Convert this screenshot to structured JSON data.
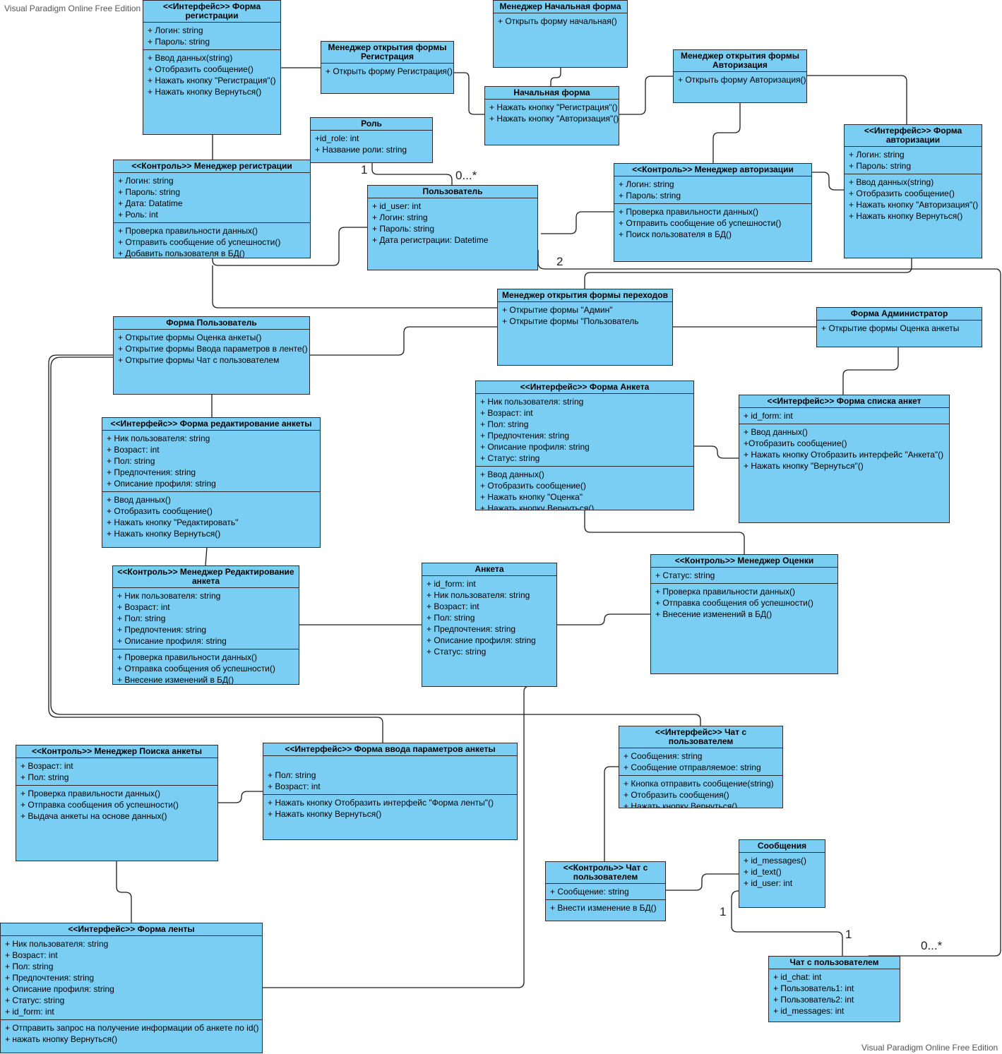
{
  "watermark_top": "Visual Paradigm Online Free Edition",
  "watermark_bottom": "Visual Paradigm Online Free Edition",
  "multiplicities": [
    "1",
    "0...*",
    "2",
    "1",
    "1",
    "0...*"
  ],
  "classes": [
    {
      "title": "<<Интерфейс>> Форма регистрации",
      "sections": [
        [
          "+ Логин: string",
          "+ Пароль: string"
        ],
        [
          "+ Ввод данных(string)",
          "+ Отобразить сообщение()",
          "+ Нажать кнопку \"Регистрация\"()",
          "+ Нажать кнопку Вернуться()"
        ]
      ]
    },
    {
      "title": "Менеджер открытия формы Регистрация",
      "sections": [
        [
          "+ Открыть форму Регистрация()"
        ]
      ]
    },
    {
      "title": "Менеджер Начальная форма",
      "sections": [
        [
          "+ Открыть форму начальная()"
        ]
      ]
    },
    {
      "title": "Начальная форма",
      "sections": [
        [
          "+ Нажать кнопку \"Регистрация\"()",
          "+ Нажать кнопку \"Авторизация\"()"
        ]
      ]
    },
    {
      "title": "Менеджер открытия формы Авторизация",
      "sections": [
        [
          "+ Открыть форму Авторизация()"
        ]
      ]
    },
    {
      "title": "Роль",
      "sections": [
        [
          "+id_role: int",
          "+ Название роли: string"
        ]
      ]
    },
    {
      "title": "<<Контроль>> Менеджер регистрации",
      "sections": [
        [
          "+ Логин: string",
          "+ Пароль: string",
          "+ Дата: Datatime",
          "+ Роль: int"
        ],
        [
          "+ Проверка правильности данных()",
          "+ Отправить сообщение об успешности()",
          "+ Добавить пользователя в БД()"
        ]
      ]
    },
    {
      "title": "Пользователь",
      "sections": [
        [
          "+ id_user: int",
          "+ Логин: string",
          "+ Пароль: string",
          "+ Дата регистрации: Datetime"
        ]
      ]
    },
    {
      "title": "<<Контроль>> Менеджер авторизации",
      "sections": [
        [
          "+ Логин: string",
          "+ Пароль: string"
        ],
        [
          "+ Проверка правильности данных()",
          "+ Отправить сообщение об успешности()",
          "+ Поиск пользователя в БД()"
        ]
      ]
    },
    {
      "title": "<<Интерфейс>> Форма авторизации",
      "sections": [
        [
          "+ Логин: string",
          "+ Пароль: string"
        ],
        [
          "+ Ввод данных(string)",
          "+ Отобразить сообщение()",
          "+ Нажать кнопку \"Авторизация\"()",
          "+ Нажать кнопку Вернуться()"
        ]
      ]
    },
    {
      "title": "Менеджер открытия формы переходов",
      "sections": [
        [
          "+ Открытие формы \"Админ\"",
          "+ Открытие формы \"Пользователь"
        ]
      ]
    },
    {
      "title": "Форма Пользователь",
      "sections": [
        [
          "+ Открытие формы Оценка анкеты()",
          "+ Открытие формы Ввода параметров в ленте()",
          "+ Открытие формы Чат с пользователем"
        ]
      ]
    },
    {
      "title": "Форма Администратор",
      "sections": [
        [
          "+ Открытие формы Оценка анкеты"
        ]
      ]
    },
    {
      "title": "<<Интерфейс>> Форма Анкета",
      "sections": [
        [
          "+ Ник пользователя: string",
          "+ Возраст: int",
          "+ Пол: string",
          "+ Предпочтения: string",
          "+ Описание профиля: string",
          "+ Статус: string"
        ],
        [
          "+ Ввод данных()",
          "+ Отобразить сообщение()",
          "+ Нажать кнопку \"Оценка\"",
          "+ Нажать кнопку Вернуться()"
        ]
      ]
    },
    {
      "title": "<<Интерфейс>> Форма списка анкет",
      "sections": [
        [
          "+ id_form: int"
        ],
        [
          "+ Ввод данных()",
          "+Отобразить сообщение()",
          "+ Нажать кнопку Отобразить интерфейс \"Анкета\"()",
          "+ Нажать кнопку \"Вернуться\"()"
        ]
      ]
    },
    {
      "title": "<<Интерфейс>> Форма редактирование анкеты",
      "sections": [
        [
          "+ Ник пользователя: string",
          "+ Возраст: int",
          "+ Пол: string",
          "+ Предпочтения: string",
          "+ Описание профиля: string"
        ],
        [
          "+ Ввод данных()",
          "+ Отобразить сообщение()",
          "+ Нажать кнопку \"Редактировать\"",
          "+ Нажать кнопку Вернуться()"
        ]
      ]
    },
    {
      "title": "<<Контроль>> Менеджер Редактирование анкета",
      "sections": [
        [
          "+ Ник пользователя: string",
          "+ Возраст: int",
          "+ Пол: string",
          "+ Предпочтения: string",
          "+ Описание профиля: string"
        ],
        [
          "+ Проверка правильности данных()",
          "+ Отправка сообщения об успешности()",
          "+ Внесение изменений в БД()"
        ]
      ]
    },
    {
      "title": "Анкета",
      "sections": [
        [
          "+ id_form: int",
          "+ Ник пользователя: string",
          "+ Возраст: int",
          "+ Пол: string",
          "+ Предпочтения: string",
          "+ Описание профиля: string",
          "+ Статус: string"
        ]
      ]
    },
    {
      "title": "<<Контроль>> Менеджер Оценки",
      "sections": [
        [
          "+ Статус: string"
        ],
        [
          "+ Проверка правильности данных()",
          "+ Отправка сообщения об успешности()",
          "+ Внесение изменений в БД()"
        ]
      ]
    },
    {
      "title": "<<Контроль>> Менеджер Поиска анкеты",
      "sections": [
        [
          "+ Возраст: int",
          "+ Пол: string"
        ],
        [
          "+ Проверка правильности данных()",
          "+ Отправка сообщения об успешности()",
          "+ Выдача анкеты на основе данных()"
        ]
      ]
    },
    {
      "title": "<<Интерфейс>> Форма ввода параметров анкеты",
      "sections": [
        [
          "",
          "+ Пол: string",
          "+ Возраст: int"
        ],
        [
          "+ Нажать кнопку Отобразить интерфейс \"Форма ленты\"()",
          "+ Нажать кнопку Вернуться()"
        ]
      ]
    },
    {
      "title": "<<Интерфейс>> Чат с пользователем",
      "sections": [
        [
          "+ Сообщения: string",
          "+ Сообщение отправляемое: string"
        ],
        [
          "+ Кнопка отправить сообщение(string)",
          "+ Отобразить сообщения()",
          "+ Нажать кнопку Вернуться()"
        ]
      ]
    },
    {
      "title": "Сообщения",
      "sections": [
        [
          "+ id_messages()",
          "+ id_text()",
          "+ id_user: int"
        ]
      ]
    },
    {
      "title": "<<Контроль>> Чат с пользователем",
      "sections": [
        [
          "+ Сообщение: string"
        ],
        [
          "+ Внести изменение в БД()"
        ]
      ]
    },
    {
      "title": "<<Интерфейс>> Форма  ленты",
      "sections": [
        [
          "+ Ник пользователя: string",
          "+ Возраст: int",
          "+ Пол: string",
          "+ Предпочтения: string",
          "+ Описание профиля: string",
          "+ Статус: string",
          "+ id_form: int"
        ],
        [
          "+ Отправить запрос на получение информации об анкете по id()",
          "+ нажать кнопку Вернуться()"
        ]
      ]
    },
    {
      "title": "Чат с пользователем",
      "sections": [
        [
          "+ id_chat: int",
          "+ Пользователь1: int",
          "+ Пользователь2: int",
          "+ id_messages: int"
        ]
      ]
    }
  ]
}
